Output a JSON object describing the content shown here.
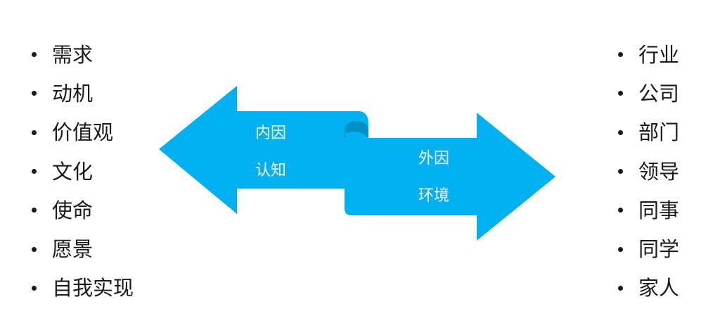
{
  "left_list": {
    "items": [
      "需求",
      "动机",
      "价值观",
      "文化",
      "使命",
      "愿景",
      "自我实现"
    ]
  },
  "right_list": {
    "items": [
      "行业",
      "公司",
      "部门",
      "领导",
      "同事",
      "同学",
      "家人"
    ]
  },
  "left_arrow": {
    "line1": "内因",
    "line2": "认知"
  },
  "right_arrow": {
    "line1": "外因",
    "line2": "环境"
  },
  "colors": {
    "arrow_fill": "#00b0f0",
    "arrow_fold": "#0090c8",
    "text": "#1a1a1a"
  }
}
